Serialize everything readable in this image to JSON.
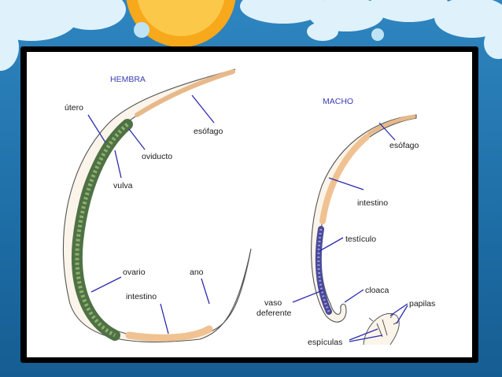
{
  "female": {
    "title": "HEMBRA",
    "labels": {
      "uterus": "útero",
      "esophagus": "esófago",
      "oviduct": "oviducto",
      "vulva": "vulva",
      "ovary": "ovario",
      "anus": "ano",
      "intestine": "intestino"
    }
  },
  "male": {
    "title": "MACHO",
    "labels": {
      "esophagus": "esófago",
      "intestine": "intestino",
      "testicle": "testículo",
      "cloaca": "cloaca",
      "vas_deferens_line1": "vaso",
      "vas_deferens_line2": "deferente",
      "papillae": "papilas",
      "spicules": "espículas"
    }
  },
  "colors": {
    "background": "#1f6fa8",
    "frame": "#000000",
    "body_fill": "#f3c89a",
    "uterus": "#5b7a4f",
    "testis": "#4a4a9a",
    "leader_line": "#2b2bb0",
    "title_text": "#3b3bb4"
  }
}
